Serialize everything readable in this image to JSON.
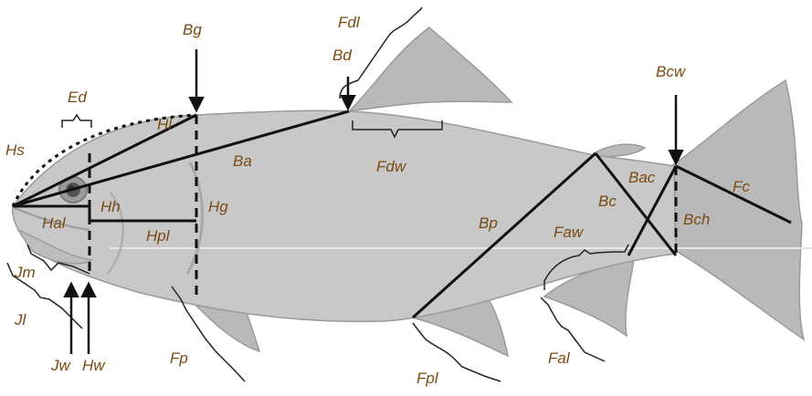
{
  "colors": {
    "fish_body": "#c8c8c8",
    "fish_fin": "#b9b9b9",
    "fish_outline": "#9a9a9a",
    "label": "#7a4a12",
    "lines": "#111111"
  },
  "labels": {
    "bg": "Bg",
    "fdl": "Fdl",
    "bd": "Bd",
    "ed": "Ed",
    "hs": "Hs",
    "hl": "Hl",
    "ba": "Ba",
    "fdw": "Fdw",
    "bcw": "Bcw",
    "bac": "Bac",
    "fc": "Fc",
    "bc": "Bc",
    "bch": "Bch",
    "hh": "Hh",
    "hg": "Hg",
    "hal": "Hal",
    "hpl": "Hpl",
    "bp": "Bp",
    "faw": "Faw",
    "jm": "Jm",
    "jl": "Jl",
    "jw": "Jw",
    "hw": "Hw",
    "fp": "Fp",
    "fpl": "Fpl",
    "fal": "Fal"
  }
}
